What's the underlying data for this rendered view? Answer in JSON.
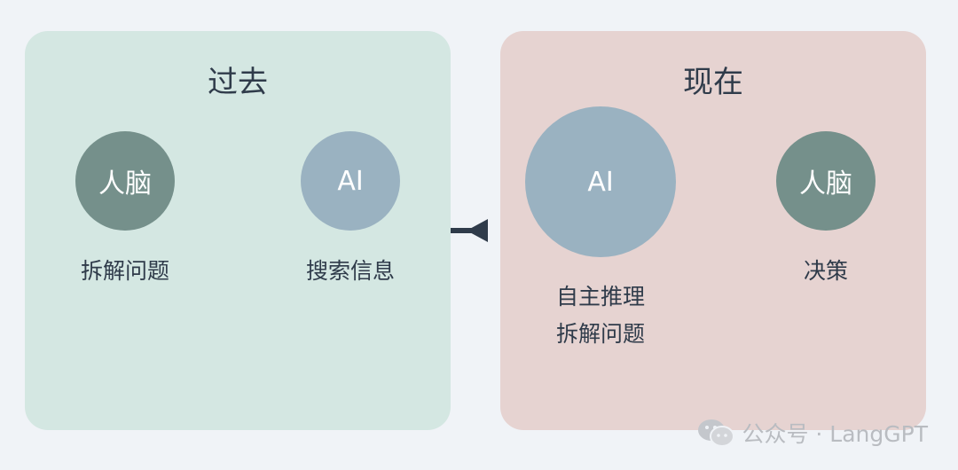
{
  "past": {
    "title": "过去",
    "brain_label": "人脑",
    "brain_caption": "拆解问题",
    "ai_label": "AI",
    "ai_caption": "搜索信息"
  },
  "now": {
    "title": "现在",
    "ai_label": "AI",
    "ai_caption_line1": "自主推理",
    "ai_caption_line2": "拆解问题",
    "brain_label": "人脑",
    "brain_caption": "决策"
  },
  "watermark": {
    "text": "公众号 · LangGPT",
    "icon": "wechat-icon"
  },
  "colors": {
    "past_panel": "#d4e7e2",
    "now_panel": "#e6d3d1",
    "brain_circle": "#75908b",
    "ai_circle": "#9ab2c1",
    "text": "#2f3b4a",
    "connector": "#2f3b4a"
  }
}
